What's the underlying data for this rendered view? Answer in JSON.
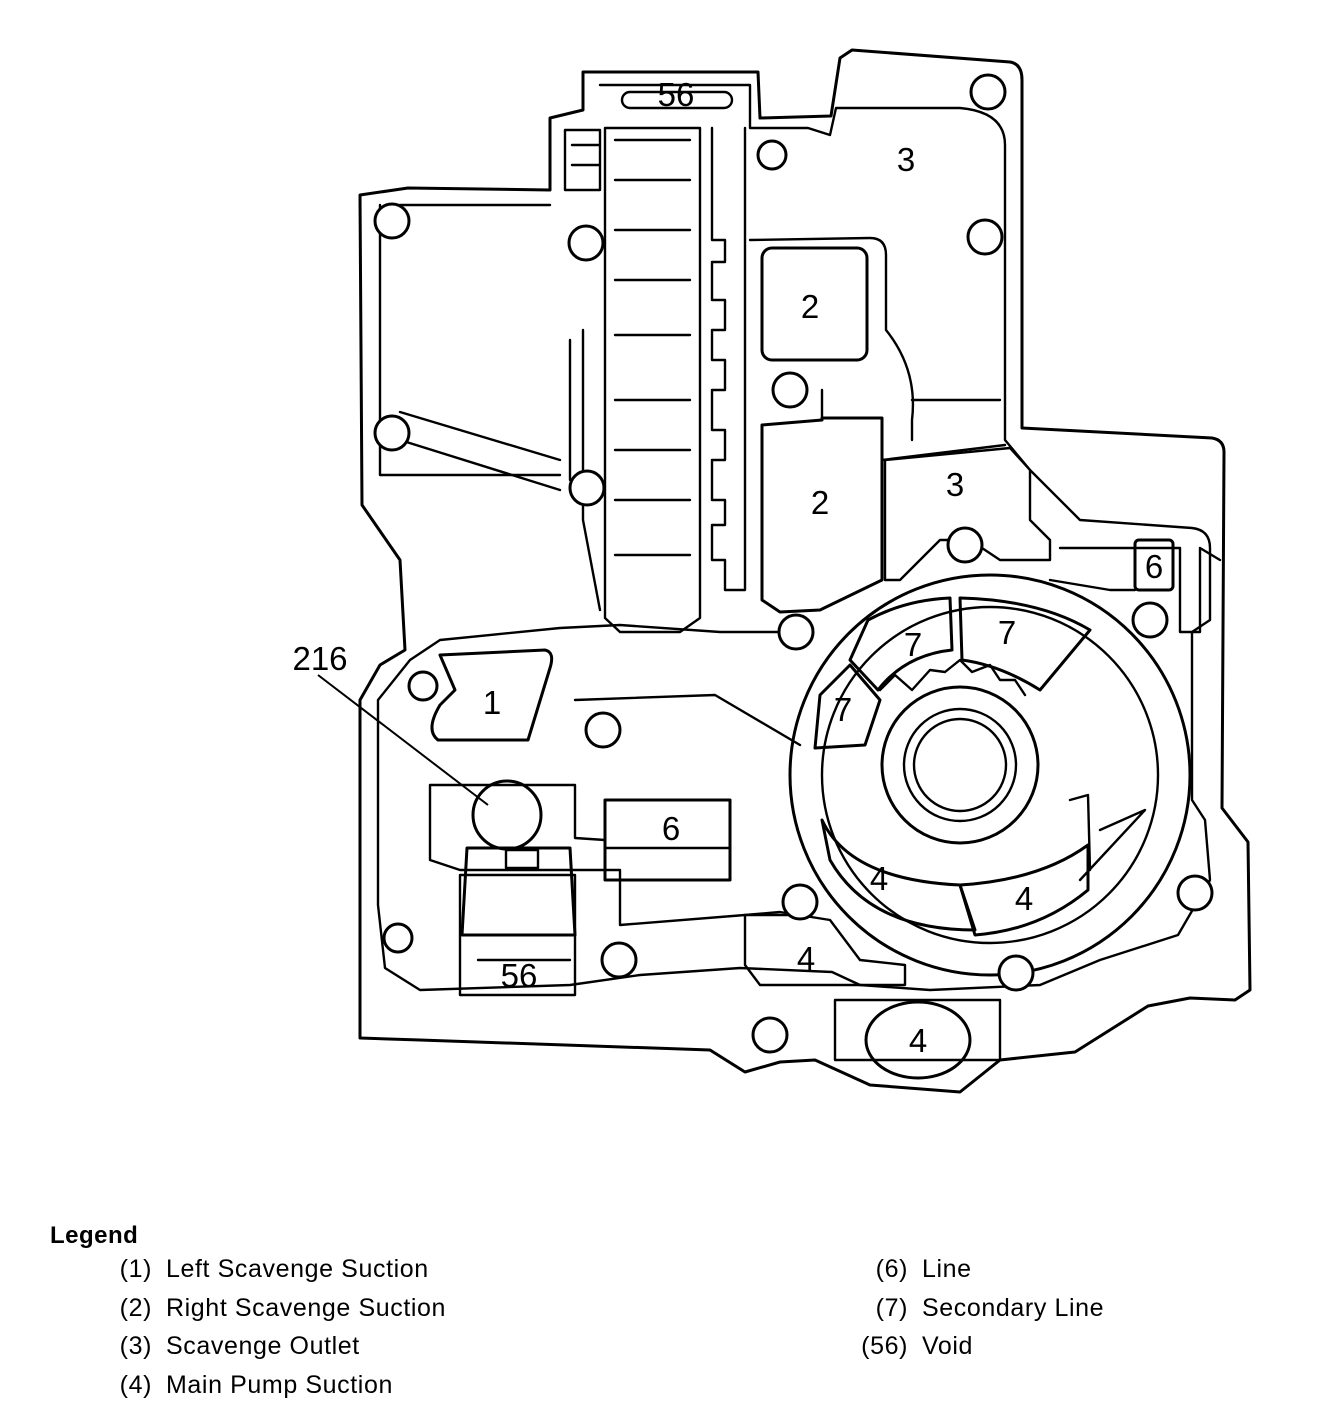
{
  "diagram": {
    "callouts": {
      "void_top": "56",
      "scavenge_outlet_upper": "3",
      "scavenge_outlet_lower": "3",
      "right_scavenge_upper": "2",
      "right_scavenge_lower": "2",
      "line_right": "6",
      "line_center": "6",
      "secondary_line_a": "7",
      "secondary_line_b": "7",
      "secondary_line_c": "7",
      "left_scavenge": "1",
      "ref_216": "216",
      "main_pump_a": "4",
      "main_pump_b": "4",
      "main_pump_c": "4",
      "main_pump_d": "4",
      "void_bottom": "56"
    }
  },
  "legend": {
    "title": "Legend",
    "items": [
      {
        "num": "(1)",
        "text": "Left Scavenge Suction"
      },
      {
        "num": "(2)",
        "text": "Right Scavenge Suction"
      },
      {
        "num": "(3)",
        "text": "Scavenge Outlet"
      },
      {
        "num": "(4)",
        "text": "Main Pump Suction"
      },
      {
        "num": "(6)",
        "text": "Line"
      },
      {
        "num": "(7)",
        "text": "Secondary Line"
      },
      {
        "num": "(56)",
        "text": "Void"
      }
    ]
  }
}
